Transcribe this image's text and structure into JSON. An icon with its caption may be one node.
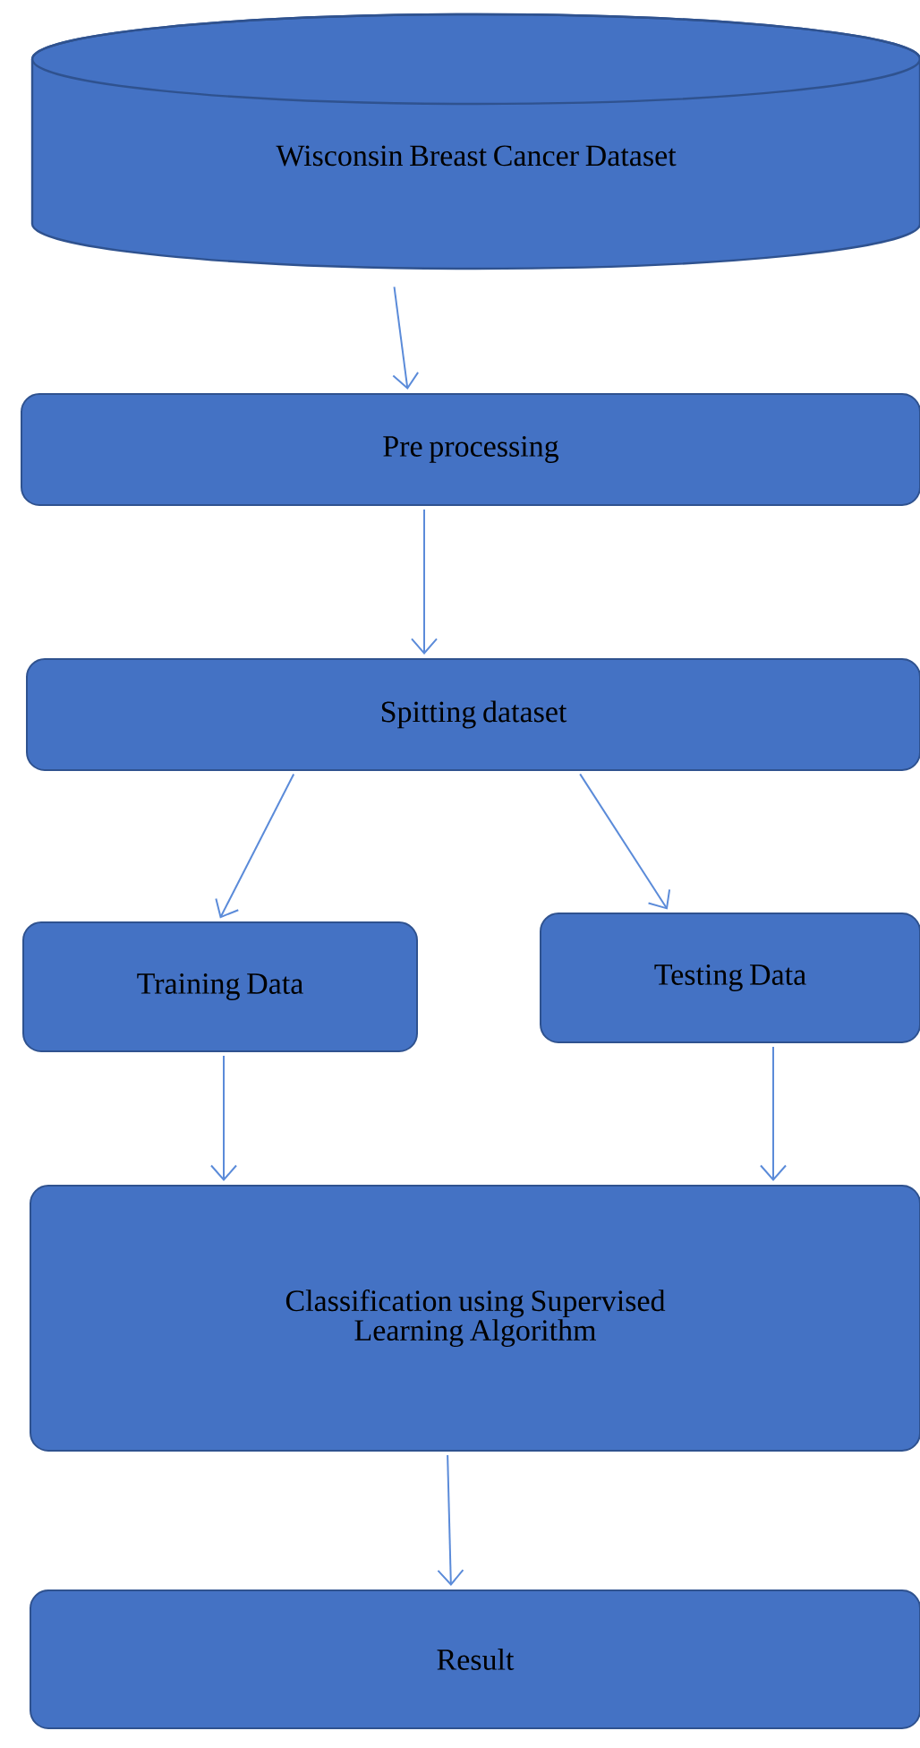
{
  "diagram": {
    "nodes": [
      {
        "text": [
          "Wisconsin Breast Cancer Dataset"
        ]
      },
      {
        "text": [
          "Pre processing"
        ]
      },
      {
        "text": [
          "Spitting dataset"
        ]
      },
      {
        "text": [
          "Training Data"
        ]
      },
      {
        "text": [
          "Testing Data"
        ]
      },
      {
        "text": [
          "Classification using Supervised Learning Algorithm"
        ]
      },
      {
        "text": [
          "Result"
        ]
      }
    ],
    "edges": [
      {
        "from": 0,
        "to": 1,
        "arrow": "to"
      },
      {
        "from": 1,
        "to": 2,
        "arrow": "to"
      },
      {
        "from": 2,
        "to": 3,
        "arrow": "to"
      },
      {
        "from": 2,
        "to": 4,
        "arrow": "to"
      },
      {
        "from": 3,
        "to": 5,
        "arrow": "to"
      },
      {
        "from": 4,
        "to": 5,
        "arrow": "to"
      },
      {
        "from": 5,
        "to": 6,
        "arrow": "to"
      }
    ]
  }
}
